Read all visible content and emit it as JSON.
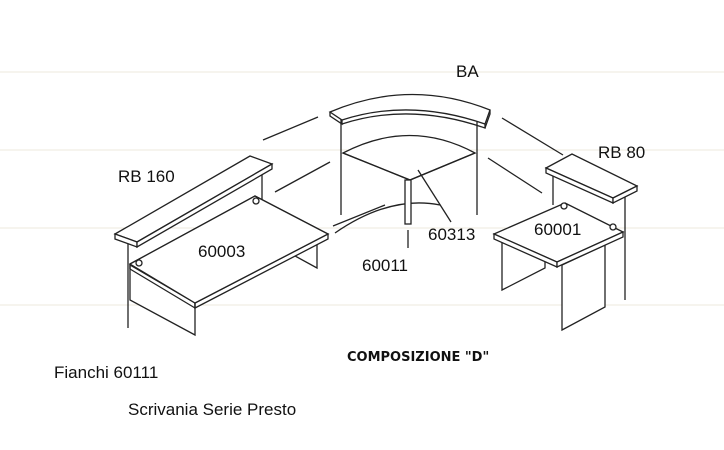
{
  "labels": {
    "ba": "BA",
    "rb160": "RB 160",
    "rb80": "RB 80",
    "desk_left": "60003",
    "corner_top": "60313",
    "desk_right": "60001",
    "leg": "60011",
    "side_panels": "Fianchi 60111"
  },
  "title": "COMPOSIZIONE \"D\"",
  "caption": "Scrivania Serie Presto"
}
